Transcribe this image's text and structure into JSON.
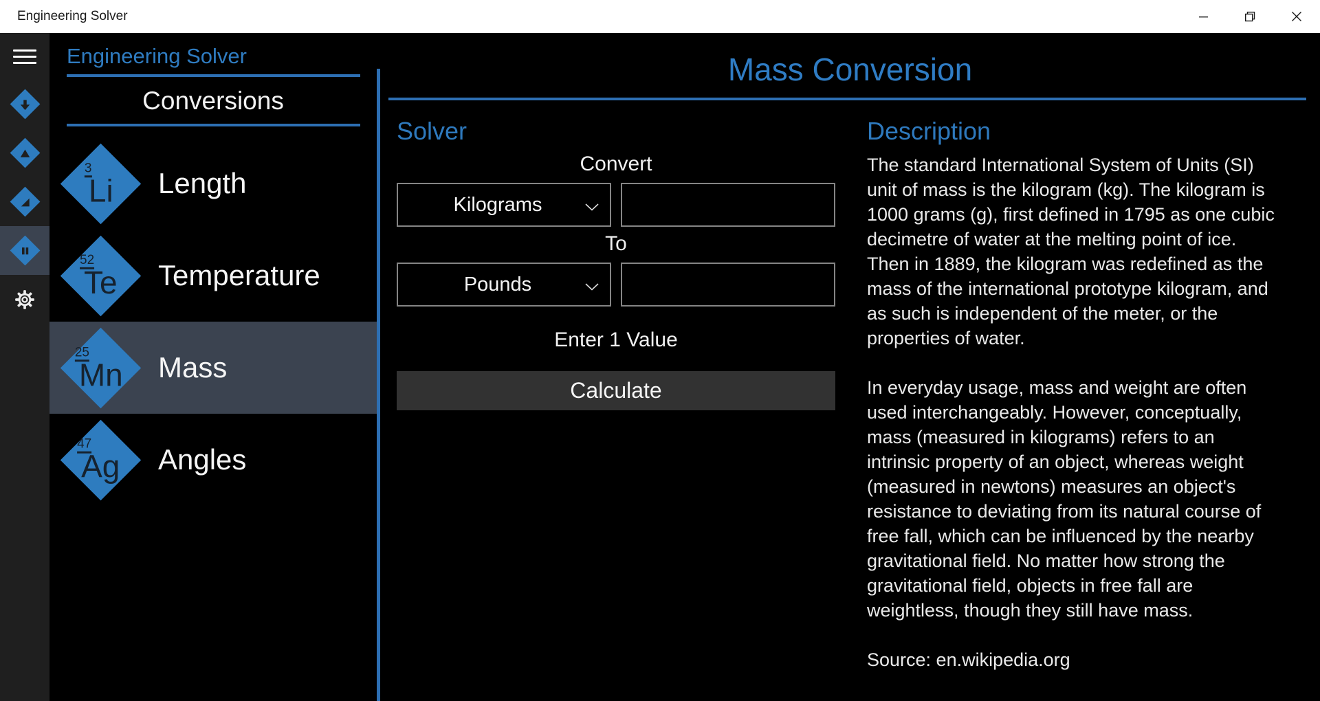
{
  "window": {
    "title": "Engineering Solver"
  },
  "colors": {
    "accent_blue": "#2e7cbf",
    "rule_blue": "#2d6fb3",
    "heading_blue": "#2f7cc1",
    "selected_row_bg": "#3b4350",
    "rail_bg": "#1f1f1f",
    "titlebar_bg": "#ffffff",
    "main_bg": "#000000",
    "button_bg": "#323232",
    "field_border": "#858585"
  },
  "rail": {
    "items": [
      {
        "icon": "menu-icon"
      },
      {
        "icon": "arrow-down-diamond-icon"
      },
      {
        "icon": "triangle-up-diamond-icon"
      },
      {
        "icon": "right-triangle-diamond-icon"
      },
      {
        "icon": "pause-diamond-icon",
        "selected": true
      },
      {
        "icon": "gear-icon"
      }
    ]
  },
  "sidebar": {
    "title": "Engineering Solver",
    "section": "Conversions",
    "items": [
      {
        "number": "3",
        "symbol": "Li",
        "label": "Length",
        "selected": false
      },
      {
        "number": "52",
        "symbol": "Te",
        "label": "Temperature",
        "selected": false
      },
      {
        "number": "25",
        "symbol": "Mn",
        "label": "Mass",
        "selected": true
      },
      {
        "number": "47",
        "symbol": "Ag",
        "label": "Angles",
        "selected": false
      }
    ]
  },
  "main": {
    "title": "Mass Conversion",
    "solver": {
      "heading": "Solver",
      "convert_label": "Convert",
      "from_unit": "Kilograms",
      "from_value": "",
      "to_label": "To",
      "to_unit": "Pounds",
      "to_value": "",
      "hint": "Enter 1 Value",
      "calculate_label": "Calculate"
    },
    "description": {
      "heading": "Description",
      "paragraphs": [
        "The standard International System of Units (SI) unit of mass is the kilogram (kg). The kilogram is 1000 grams (g), first defined in 1795 as one cubic decimetre of water at the melting point of ice. Then in 1889, the kilogram was redefined as the mass of the international prototype kilogram, and as such is independent of the meter, or the properties of water.",
        "In everyday usage, mass and weight are often used interchangeably. However, conceptually, mass (measured in kilograms) refers to an intrinsic property of an object, whereas weight (measured in newtons) measures an object's resistance to deviating from its natural course of free fall, which can be influenced by the nearby gravitational field. No matter how strong the gravitational field, objects in free fall are weightless, though they still have mass."
      ],
      "source": "Source: en.wikipedia.org"
    }
  }
}
